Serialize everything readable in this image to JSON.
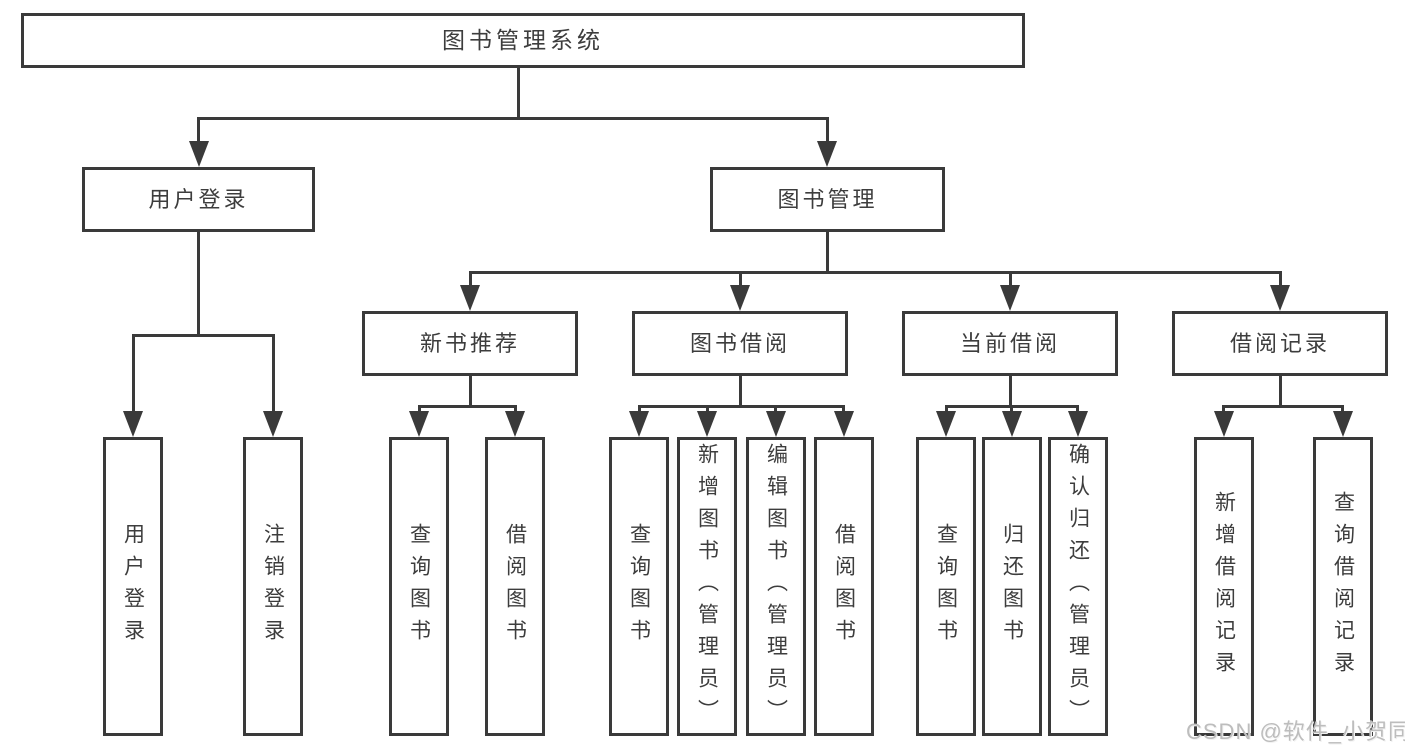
{
  "diagram": {
    "type": "hierarchy-tree",
    "colors": {
      "line": "#3a3a3a",
      "box_border": "#3a3a3a",
      "text": "#3d3d3d",
      "background": "#ffffff",
      "watermark": "#bdbdbd"
    },
    "watermark": "CSDN @软件_小贺同学",
    "tree": {
      "label": "图书管理系统",
      "children": [
        {
          "label": "用户登录",
          "children": [
            {
              "label": "用户登录"
            },
            {
              "label": "注销登录"
            }
          ]
        },
        {
          "label": "图书管理",
          "children": [
            {
              "label": "新书推荐",
              "children": [
                {
                  "label": "查询图书"
                },
                {
                  "label": "借阅图书"
                }
              ]
            },
            {
              "label": "图书借阅",
              "children": [
                {
                  "label": "查询图书"
                },
                {
                  "label": "新增图书（管理员）"
                },
                {
                  "label": "编辑图书（管理员）"
                },
                {
                  "label": "借阅图书"
                }
              ]
            },
            {
              "label": "当前借阅",
              "children": [
                {
                  "label": "查询图书"
                },
                {
                  "label": "归还图书"
                },
                {
                  "label": "确认归还（管理员）"
                }
              ]
            },
            {
              "label": "借阅记录",
              "children": [
                {
                  "label": "新增借阅记录"
                },
                {
                  "label": "查询借阅记录"
                }
              ]
            }
          ]
        }
      ]
    }
  }
}
